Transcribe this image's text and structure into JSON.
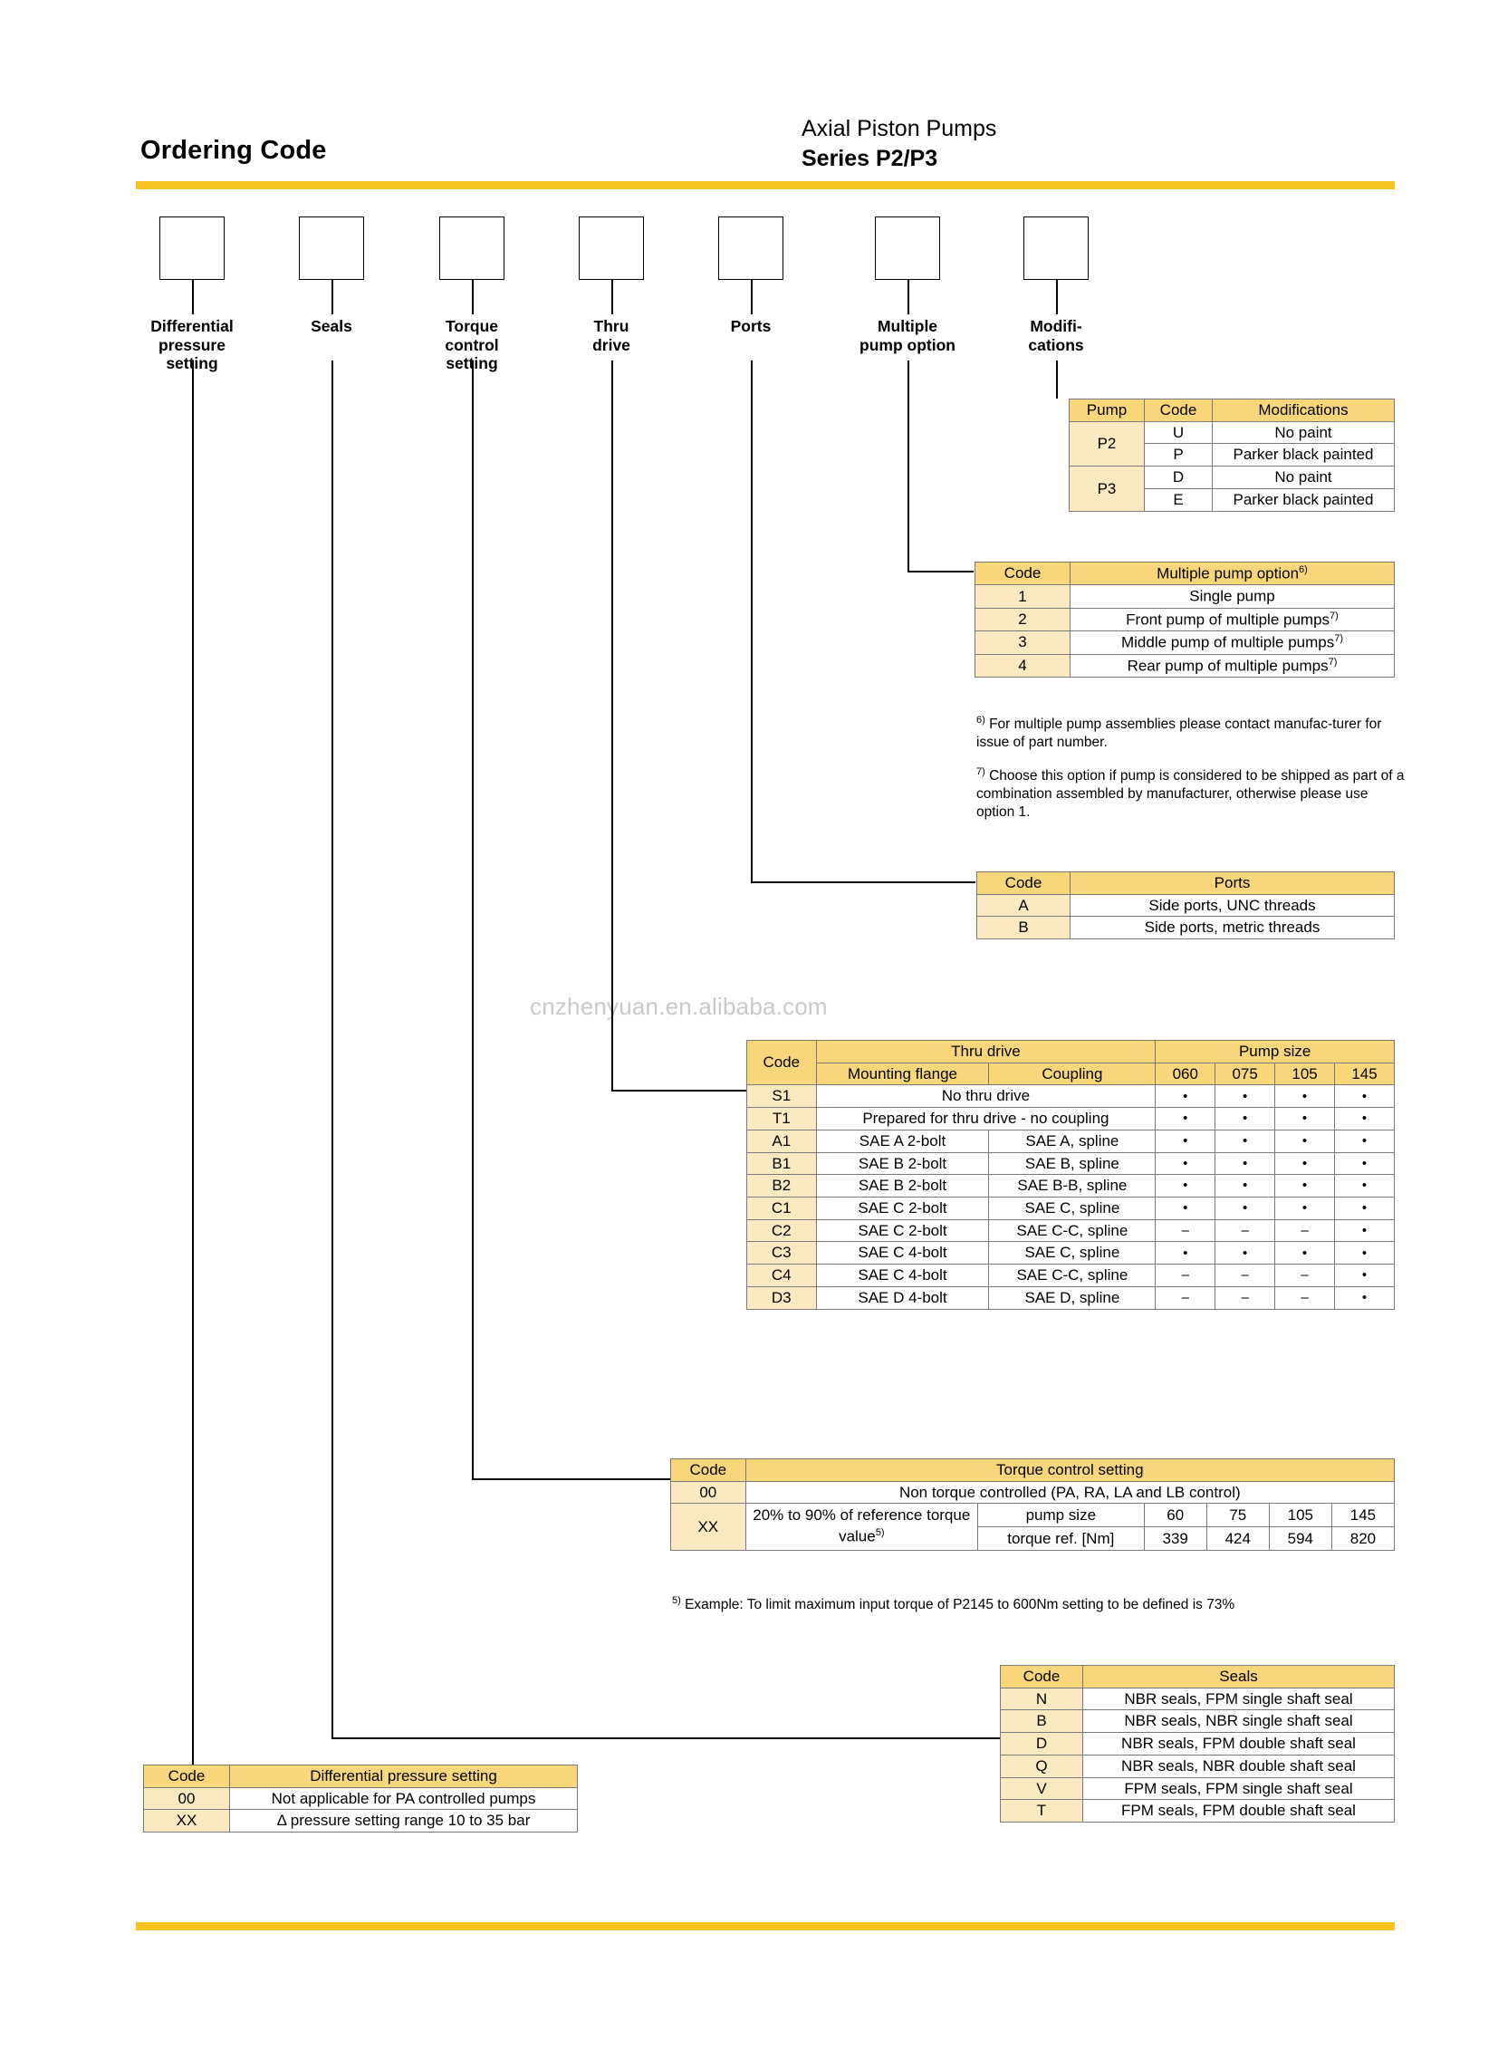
{
  "header": {
    "left_title": "Ordering Code",
    "right_title_line1": "Axial Piston Pumps",
    "right_title_line2": "Series P2/P3",
    "rule_color": "#f5c220"
  },
  "watermark": "cnzhenyuan.en.alibaba.com",
  "code_columns": [
    {
      "label": "Differential\npressure\nsetting"
    },
    {
      "label": "Seals"
    },
    {
      "label": "Torque\ncontrol\nsetting"
    },
    {
      "label": "Thru\ndrive"
    },
    {
      "label": "Ports"
    },
    {
      "label": "Multiple\npump option"
    },
    {
      "label": "Modifi-\ncations"
    }
  ],
  "modifications_table": {
    "headers": [
      "Pump",
      "Code",
      "Modifications"
    ],
    "groups": [
      {
        "pump": "P2",
        "rows": [
          {
            "code": "U",
            "text": "No paint"
          },
          {
            "code": "P",
            "text": "Parker black painted"
          }
        ]
      },
      {
        "pump": "P3",
        "rows": [
          {
            "code": "D",
            "text": "No paint"
          },
          {
            "code": "E",
            "text": "Parker black painted"
          }
        ]
      }
    ]
  },
  "multiple_pump_table": {
    "headers": [
      "Code",
      "Multiple pump option"
    ],
    "header_superscript": "6)",
    "rows": [
      {
        "code": "1",
        "text": "Single pump",
        "sup": ""
      },
      {
        "code": "2",
        "text": "Front pump of multiple pumps",
        "sup": "7)"
      },
      {
        "code": "3",
        "text": "Middle pump of multiple pumps",
        "sup": "7)"
      },
      {
        "code": "4",
        "text": "Rear pump of multiple pumps",
        "sup": "7)"
      }
    ],
    "footnotes": [
      {
        "marker": "6)",
        "text": "For multiple pump assemblies please contact manufac-turer for issue of part number."
      },
      {
        "marker": "7)",
        "text": "Choose this option if pump is considered to be shipped as part of a combination assembled by manufacturer, otherwise please use option 1."
      }
    ]
  },
  "ports_table": {
    "headers": [
      "Code",
      "Ports"
    ],
    "rows": [
      {
        "code": "A",
        "text": "Side ports, UNC threads"
      },
      {
        "code": "B",
        "text": "Side ports, metric threads"
      }
    ]
  },
  "thru_drive_table": {
    "header_code": "Code",
    "header_thru_drive": "Thru drive",
    "header_pump_size": "Pump size",
    "sub_headers": [
      "Mounting flange",
      "Coupling"
    ],
    "pump_sizes": [
      "060",
      "075",
      "105",
      "145"
    ],
    "rows": [
      {
        "code": "S1",
        "span_text": "No thru drive",
        "flange": "",
        "coupling": "",
        "marks": [
          "•",
          "•",
          "•",
          "•"
        ]
      },
      {
        "code": "T1",
        "span_text": "Prepared for thru drive - no coupling",
        "flange": "",
        "coupling": "",
        "marks": [
          "•",
          "•",
          "•",
          "•"
        ]
      },
      {
        "code": "A1",
        "span_text": "",
        "flange": "SAE A 2-bolt",
        "coupling": "SAE A, spline",
        "marks": [
          "•",
          "•",
          "•",
          "•"
        ]
      },
      {
        "code": "B1",
        "span_text": "",
        "flange": "SAE B 2-bolt",
        "coupling": "SAE B, spline",
        "marks": [
          "•",
          "•",
          "•",
          "•"
        ]
      },
      {
        "code": "B2",
        "span_text": "",
        "flange": "SAE B 2-bolt",
        "coupling": "SAE B-B, spline",
        "marks": [
          "•",
          "•",
          "•",
          "•"
        ]
      },
      {
        "code": "C1",
        "span_text": "",
        "flange": "SAE C 2-bolt",
        "coupling": "SAE C, spline",
        "marks": [
          "•",
          "•",
          "•",
          "•"
        ]
      },
      {
        "code": "C2",
        "span_text": "",
        "flange": "SAE C 2-bolt",
        "coupling": "SAE C-C, spline",
        "marks": [
          "–",
          "–",
          "–",
          "•"
        ]
      },
      {
        "code": "C3",
        "span_text": "",
        "flange": "SAE C 4-bolt",
        "coupling": "SAE C, spline",
        "marks": [
          "•",
          "•",
          "•",
          "•"
        ]
      },
      {
        "code": "C4",
        "span_text": "",
        "flange": "SAE C 4-bolt",
        "coupling": "SAE C-C, spline",
        "marks": [
          "–",
          "–",
          "–",
          "•"
        ]
      },
      {
        "code": "D3",
        "span_text": "",
        "flange": "SAE D 4-bolt",
        "coupling": "SAE D, spline",
        "marks": [
          "–",
          "–",
          "–",
          "•"
        ]
      }
    ]
  },
  "torque_table": {
    "headers": [
      "Code",
      "Torque control setting"
    ],
    "row_00_code": "00",
    "row_00_text": "Non torque controlled (PA, RA, LA and LB control)",
    "row_xx_code": "XX",
    "row_xx_text": "20% to 90% of reference torque value",
    "row_xx_sup": "5)",
    "pump_size_label": "pump size",
    "pump_sizes": [
      "60",
      "75",
      "105",
      "145"
    ],
    "torque_ref_label": "torque ref. [Nm]",
    "torque_refs": [
      "339",
      "424",
      "594",
      "820"
    ],
    "footnote": {
      "marker": "5)",
      "text": "Example: To limit maximum input torque of P2145 to 600Nm setting to be defined is 73%"
    }
  },
  "seals_table": {
    "headers": [
      "Code",
      "Seals"
    ],
    "rows": [
      {
        "code": "N",
        "text": "NBR seals, FPM single shaft seal"
      },
      {
        "code": "B",
        "text": "NBR seals, NBR single shaft seal"
      },
      {
        "code": "D",
        "text": "NBR seals, FPM double shaft seal"
      },
      {
        "code": "Q",
        "text": "NBR seals, NBR double shaft seal"
      },
      {
        "code": "V",
        "text": "FPM seals, FPM single shaft seal"
      },
      {
        "code": "T",
        "text": "FPM seals, FPM double shaft seal"
      }
    ]
  },
  "diff_pressure_table": {
    "headers": [
      "Code",
      "Differential pressure setting"
    ],
    "rows": [
      {
        "code": "00",
        "text": "Not applicable for PA controlled pumps"
      },
      {
        "code": "XX",
        "text": "Δ pressure setting range 10 to 35 bar"
      }
    ]
  },
  "colors": {
    "accent": "#f5c220",
    "table_header": "#f7d77a",
    "table_code": "#fbe9c2",
    "watermark": "#c9c9c9"
  }
}
